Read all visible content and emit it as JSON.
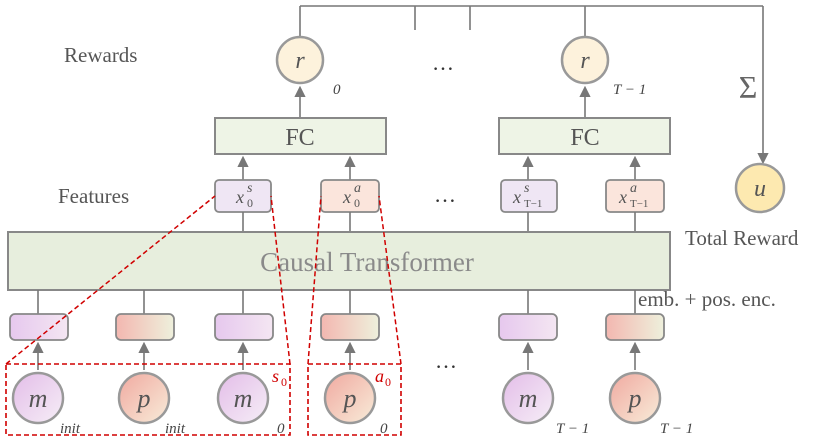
{
  "labels": {
    "rewards": "Rewards",
    "features": "Features",
    "total_reward": "Total Reward",
    "emb": "emb. + pos. enc.",
    "transformer": "Causal Transformer",
    "fc": "FC",
    "sum": "Σ",
    "ellipsis": "…"
  },
  "reward_nodes": [
    {
      "symbol": "r",
      "sub": "0"
    },
    {
      "symbol": "r",
      "sub": "T − 1"
    }
  ],
  "total_node": {
    "symbol": "u"
  },
  "features": [
    {
      "base": "x",
      "sup": "s",
      "sub": "0"
    },
    {
      "base": "x",
      "sup": "a",
      "sub": "0"
    },
    {
      "base": "x",
      "sup": "s",
      "sub": "T−1"
    },
    {
      "base": "x",
      "sup": "a",
      "sub": "T−1"
    }
  ],
  "inputs": [
    {
      "symbol": "m",
      "sub": "init"
    },
    {
      "symbol": "p",
      "sub": "init"
    },
    {
      "symbol": "m",
      "sub": "0"
    },
    {
      "symbol": "p",
      "sub": "0"
    },
    {
      "symbol": "m",
      "sub": "T − 1"
    },
    {
      "symbol": "p",
      "sub": "T − 1"
    }
  ],
  "group_labels": [
    {
      "base": "s",
      "sub": "0"
    },
    {
      "base": "a",
      "sub": "0"
    }
  ],
  "colors": {
    "node_border": "#999999",
    "reward_fill": "#fdf2dc",
    "total_fill": "#fde9b0",
    "fc_fill": "#eef4e6",
    "transformer_fill": "#e7eedd",
    "feat_s_fill": "#efe6f4",
    "feat_a_fill": "#fbe5dc",
    "m_fill": "#e9c8ec",
    "p_fill": "#f2b8b0",
    "accent_red": "#d00000"
  }
}
